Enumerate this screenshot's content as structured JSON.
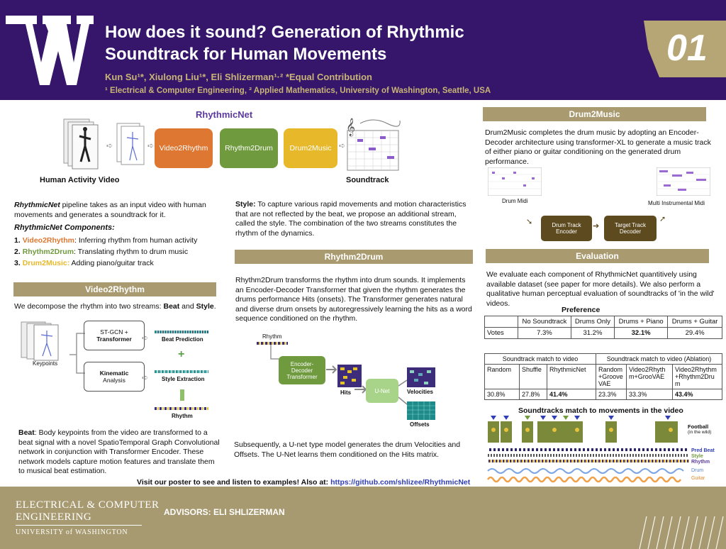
{
  "header": {
    "logo_letter": "W",
    "title_line1": "How does it sound?  Generation of Rhythmic",
    "title_line2": "Soundtrack for Human Movements",
    "authors": "Kun Su¹*, Xiulong Liu¹*, Eli Shlizerman¹·²  *Equal Contribution",
    "affiliations": "¹ Electrical & Computer Engineering, ² Applied Mathematics, University of Washington, Seattle, USA",
    "poster_number": "01"
  },
  "pipeline": {
    "title": "RhythmicNet",
    "input_label": "Human Activity Video",
    "output_label": "Soundtrack",
    "stages": [
      "Video2Rhythm",
      "Rhythm2Drum",
      "Drum2Music"
    ]
  },
  "intro": {
    "name": "RhythmicNet",
    "text": " pipeline takes as an input video with human movements and generates a soundtrack for it.",
    "components_title": "RhythmicNet Components:",
    "components": [
      {
        "num": "1.",
        "name": "Video2Rhythm",
        "desc": ": Inferring rhythm from human activity"
      },
      {
        "num": "2.",
        "name": "Rhythm2Drum",
        "desc": ": Translating rhythm to drum music"
      },
      {
        "num": "3.",
        "name": "Drum2Music:",
        "desc": " Adding piano/guitar track"
      }
    ]
  },
  "video2rhythm": {
    "heading": "Video2Rhythm",
    "intro_a": "We decompose the rhythm into two streams: ",
    "beat": "Beat",
    "and": " and ",
    "style": "Style",
    "period": ".",
    "keypoints": "Keypoints",
    "stgcn_a": "ST-GCN +",
    "stgcn_b": "Transformer",
    "kinematic_a": "Kinematic",
    "kinematic_b": "Analysis",
    "beat_prediction": "Beat Prediction",
    "style_extraction": "Style Extraction",
    "plus": "+",
    "rhythm": "Rhythm",
    "beat_label": "Beat",
    "beat_text": ": Body keypoints from the video are transformed to a beat signal with a novel SpatioTemporal Graph Convolutional network in conjunction with Transformer Encoder. These network models capture motion features and translate them to musical  beat estimation."
  },
  "style_text": {
    "label": "Style:",
    "text": " To capture various rapid movements and motion characteristics that are not reflected by the beat, we propose an additional stream, called the style. The combination of the two streams constitutes the rhythm of the dynamics."
  },
  "rhythm2drum": {
    "heading": "Rhythm2Drum",
    "text": "Rhythm2Drum transforms the rhythm into drum sounds. It implements an Encoder-Decoder Transformer that given the rhythm generates the drums performance Hits (onsets). The Transformer generates natural and diverse drum onsets by autoregressively learning the hits as a word sequence conditioned on the rhythm.",
    "rhythm": "Rhythm",
    "enc_a": "Encoder-",
    "enc_b": "Decoder",
    "enc_c": "Transformer",
    "hits": "Hits",
    "unet": "U-Net",
    "velocities": "Velocities",
    "offsets": "Offsets",
    "text2": "Subsequently, a U-net type model generates the drum Velocities and Offsets. The U-Net learns them conditioned on the Hits matrix."
  },
  "drum2music": {
    "heading": "Drum2Music",
    "text": "Drum2Music completes the drum music by adopting an Encoder-Decoder architecture using transformer-XL to generate a music track of either piano or guitar conditioning on the generated drum performance.",
    "drum_midi": "Drum Midi",
    "multi_midi": "Multi Instrumental Midi",
    "encoder_a": "Drum Track",
    "encoder_b": "Encoder",
    "decoder_a": "Target Track",
    "decoder_b": "Decoder"
  },
  "evaluation": {
    "heading": "Evaluation",
    "text": "We evaluate each component of RhythmicNet quantitively using available dataset (see paper for more details). We also perform a qualitative human perceptual evaluation of soundtracks of 'in the wild' videos.",
    "preference_title": "Preference",
    "pref_headers": [
      "",
      "No Soundtrack",
      "Drums Only",
      "Drums + Piano",
      "Drums + Guitar"
    ],
    "pref_row": [
      "Votes",
      "7.3%",
      "31.2%",
      "32.1%",
      "29.4%"
    ],
    "match_header_a": "Soundtrack match to video",
    "match_header_b": "Soundtrack match to video (Ablation)",
    "match_cols": [
      "Random",
      "Shuffle",
      "RhythmicNet",
      "Random +Groove VAE",
      "Video2Rhythm+GrooVAE",
      "Video2Rhythm +Rhythm2Drum"
    ],
    "match_vals": [
      "30.8%",
      "27.8%",
      "41.4%",
      "23.3%",
      "33.3%",
      "43.4%"
    ],
    "figure_title": "Soundtracks match to movements in the video",
    "football": "Football",
    "in_wild": "(in the wild)",
    "legend": [
      "Pred Beat",
      "Style",
      "Rhythm",
      "Drum",
      "Guitar"
    ]
  },
  "footer": {
    "dept_a": "ELECTRICAL & COMPUTER",
    "dept_b": "ENGINEERING",
    "uw": "UNIVERSITY of WASHINGTON",
    "advisors": "ADVISORS:   ELI SHLIZERMAN",
    "visit_text": "Visit our poster to see and listen to examples!  Also at: ",
    "link": "https://github.com/shlizee/RhythmicNet"
  },
  "colors": {
    "purple": "#35166b",
    "gold": "#a99a6f",
    "orange": "#dd7731",
    "green": "#6f9a3d",
    "yellow": "#e6b82a",
    "blue": "#2f3eb5"
  }
}
